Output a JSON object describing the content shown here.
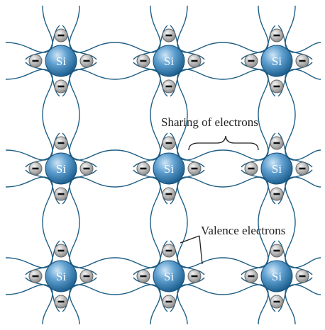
{
  "atom": {
    "symbol": "Si",
    "fill_light": "#cfe6f6",
    "fill_mid": "#5e9fd0",
    "fill_dark": "#1b5d8c",
    "outline": "#164f78"
  },
  "electron": {
    "sign": "−",
    "fill_light": "#f4f4f4",
    "fill_dark": "#8c8c8c",
    "outline": "#666666"
  },
  "bond_color": "#1f5f86",
  "labels": {
    "sharing": "Sharing of electrons",
    "valence": "Valence electrons"
  },
  "lattice": {
    "rows": 3,
    "cols": 3
  }
}
